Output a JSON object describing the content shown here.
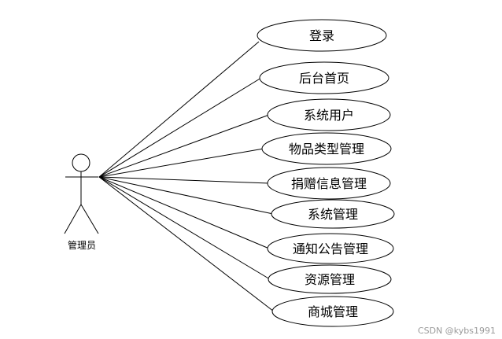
{
  "actor": {
    "label": "管理员"
  },
  "use_cases": [
    {
      "label": "登录"
    },
    {
      "label": "后台首页"
    },
    {
      "label": "系统用户"
    },
    {
      "label": "物品类型管理"
    },
    {
      "label": "捐赠信息管理"
    },
    {
      "label": "系统管理"
    },
    {
      "label": "通知公告管理"
    },
    {
      "label": "资源管理"
    },
    {
      "label": "商城管理"
    }
  ],
  "watermark": "CSDN @kybs1991",
  "colors": {
    "stroke": "#000000",
    "background": "#ffffff",
    "watermark": "#9a9a9a"
  }
}
